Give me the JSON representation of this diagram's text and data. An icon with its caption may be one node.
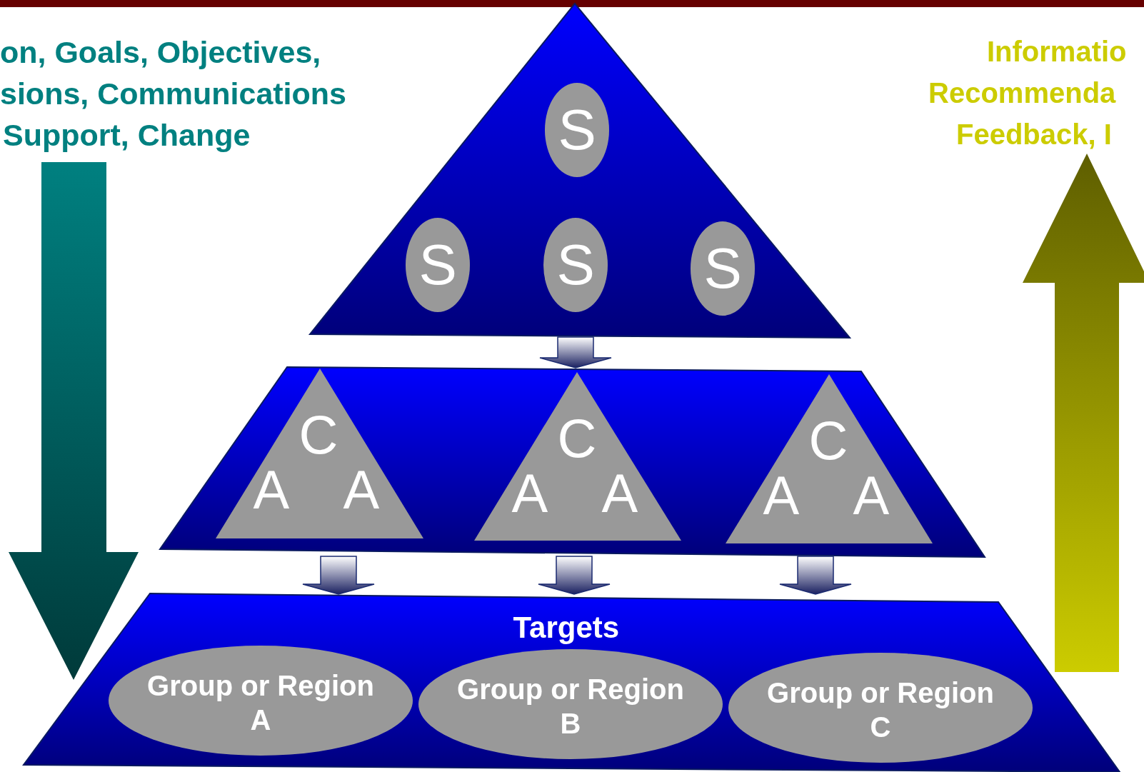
{
  "diagram": {
    "nodes": [
      {
        "text": [],
        "shape": "triangle"
      },
      {
        "text": [
          "S"
        ],
        "in": 0
      },
      {
        "text": [
          "S"
        ],
        "in": 0
      },
      {
        "text": [
          "S"
        ],
        "in": 0
      },
      {
        "text": [
          "S"
        ],
        "in": 0
      },
      {
        "text": [],
        "shape": "trapezoid"
      },
      {
        "text": [
          "C",
          "A",
          "A"
        ],
        "in": 5
      },
      {
        "text": [
          "C",
          "A",
          "A"
        ],
        "in": 5
      },
      {
        "text": [
          "C",
          "A",
          "A"
        ],
        "in": 5
      },
      {
        "text": [
          "Targets"
        ]
      },
      {
        "text": [
          "Group or Region A"
        ],
        "in": 9
      },
      {
        "text": [
          "Group or Region B"
        ],
        "in": 9
      },
      {
        "text": [
          "Group or Region C"
        ],
        "in": 9
      }
    ],
    "edges": [
      {
        "from": 0,
        "to": 5,
        "arrow": "to"
      },
      {
        "from": 5,
        "to": 9,
        "arrow": "to"
      },
      {
        "from": 5,
        "to": 9,
        "arrow": "to"
      },
      {
        "from": 5,
        "to": 9,
        "arrow": "to"
      }
    ],
    "labels": [
      "on, Goals, Objectives,",
      "sions, Communications",
      "Support, Change",
      "Informatio",
      "Recommenda",
      "Feedback, I"
    ]
  }
}
